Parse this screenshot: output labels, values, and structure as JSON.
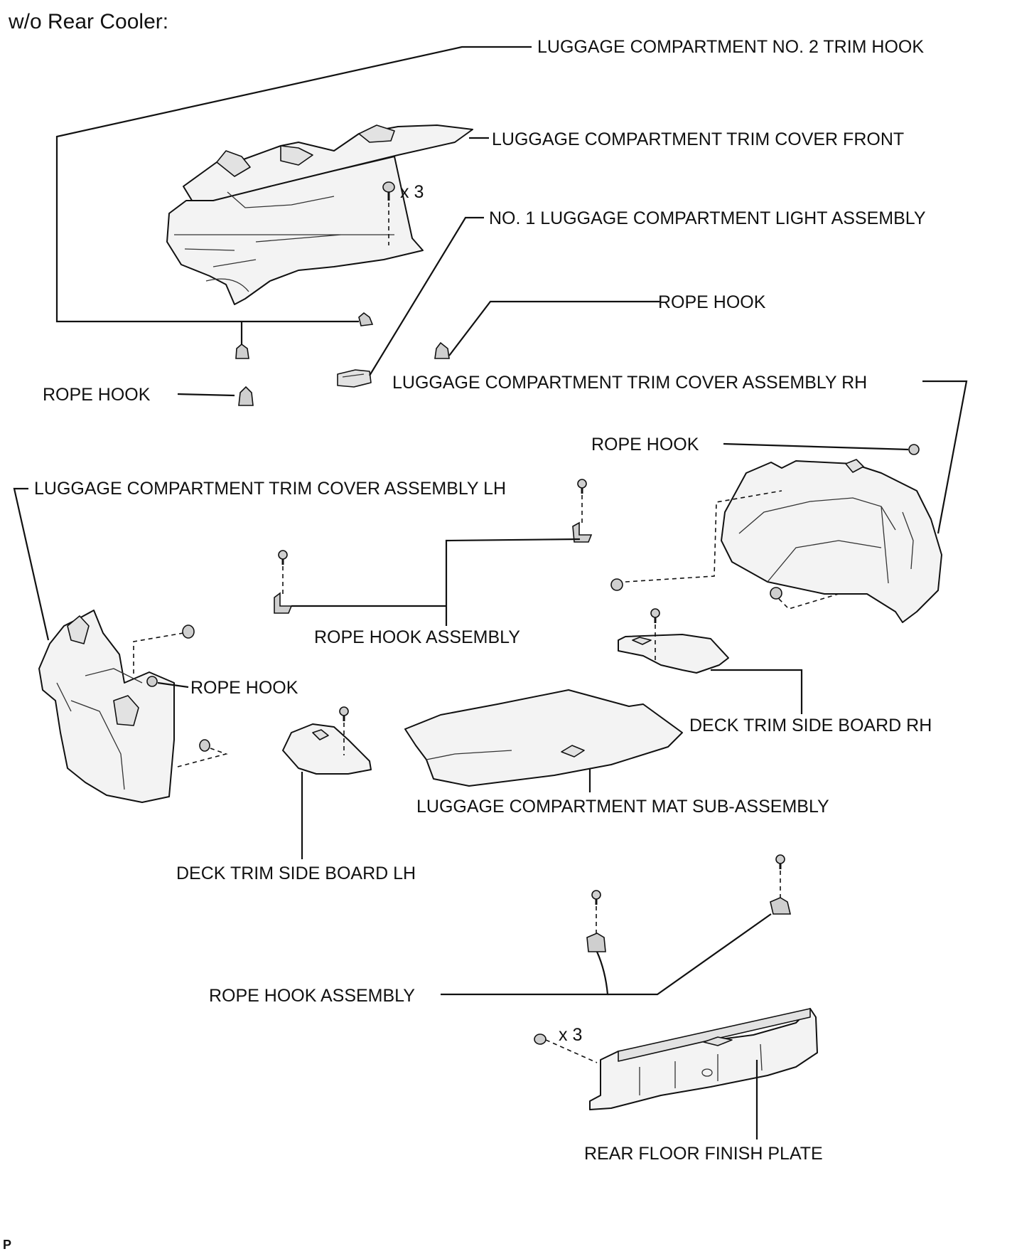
{
  "header": "w/o Rear Cooler:",
  "labels": {
    "no2_trim_hook": "LUGGAGE COMPARTMENT NO. 2 TRIM HOOK",
    "trim_cover_front": "LUGGAGE COMPARTMENT TRIM COVER FRONT",
    "qty_front_clips": "x 3",
    "light_assembly": "NO. 1 LUGGAGE COMPARTMENT LIGHT ASSEMBLY",
    "rope_hook_top": "ROPE HOOK",
    "trim_cover_rh": "LUGGAGE COMPARTMENT TRIM COVER ASSEMBLY RH",
    "rope_hook_left": "ROPE HOOK",
    "rope_hook_rh": "ROPE HOOK",
    "trim_cover_lh": "LUGGAGE COMPARTMENT TRIM COVER ASSEMBLY LH",
    "rope_hook_assembly_upper": "ROPE HOOK ASSEMBLY",
    "rope_hook_lh": "ROPE HOOK",
    "deck_board_rh": "DECK TRIM SIDE BOARD RH",
    "mat": "LUGGAGE COMPARTMENT MAT SUB-ASSEMBLY",
    "deck_board_lh": "DECK TRIM SIDE BOARD LH",
    "rope_hook_assembly_lower": "ROPE HOOK ASSEMBLY",
    "qty_plate_clips": "x 3",
    "rear_floor_plate": "REAR FLOOR FINISH PLATE"
  },
  "footer_code": "P"
}
